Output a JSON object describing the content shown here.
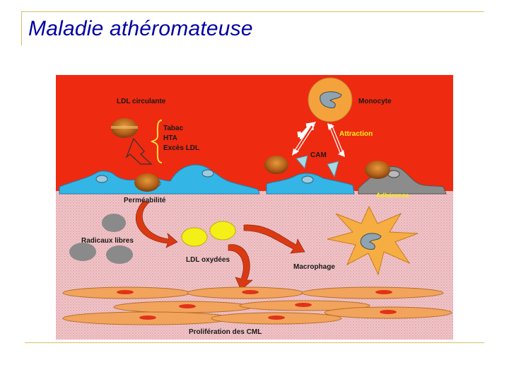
{
  "slide": {
    "title": "Maladie athéromateuse"
  },
  "diagram": {
    "labels": {
      "ldl_circulante": "LDL circulante",
      "tabac": "Tabac",
      "hta": "HTA",
      "exces_ldl": "Excès LDL",
      "monocyte": "Monocyte",
      "attraction": "Attraction",
      "cam": "CAM",
      "permeabilite": "Perméabilité",
      "adherence": "Adhérence",
      "radicaux_libres": "Radicaux libres",
      "ldl_oxydees": "LDL oxydées",
      "macrophage": "Macrophage",
      "proliferation": "Prolifération des CML"
    },
    "colors": {
      "lumen": "#ee2a10",
      "intima": "#f1c6c9",
      "endothelium": "#33b6e6",
      "ldl": "#c9771d",
      "oxidized_ldl": "#f4ef17",
      "free_radical": "#8a8a8a",
      "monocyte": "#f4a33c",
      "macrophage": "#f6ae42",
      "smooth_muscle": "#f2a45c",
      "arrow": "#d93a12"
    }
  }
}
